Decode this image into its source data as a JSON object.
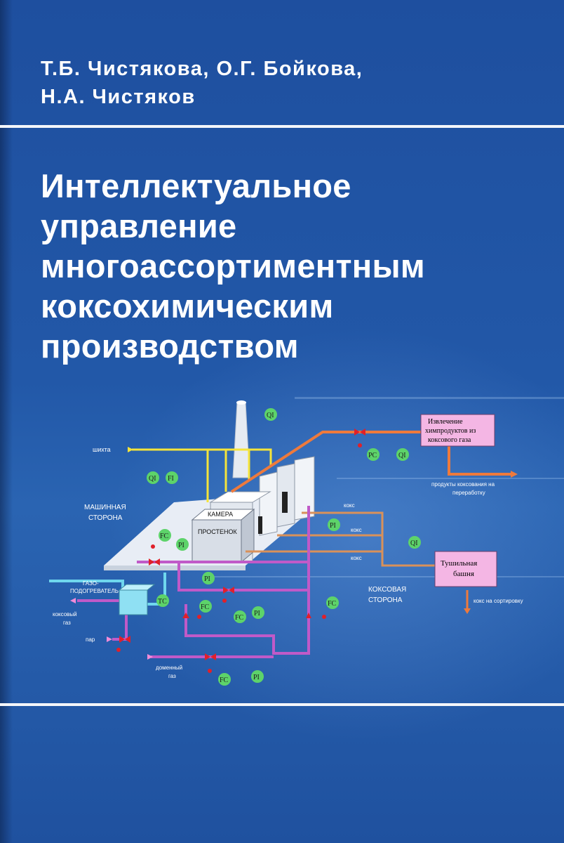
{
  "authors": {
    "line1": "Т.Б. Чистякова, О.Г. Бойкова,",
    "line2": "Н.А. Чистяков"
  },
  "title": {
    "line1": "Интеллектуальное",
    "line2": "управление",
    "line3": "многоассортиментным",
    "line4": "коксохимическим",
    "line5": "производством"
  },
  "diagram": {
    "shikhta": "шихта",
    "mashinnaya_1": "МАШИННАЯ",
    "mashinnaya_2": "СТОРОНА",
    "kamera": "КАМЕРА",
    "prostenok": "ПРОСТЕНОК",
    "koks_1": "кокс",
    "koks_2": "кокс",
    "koks_3": "кокс",
    "koksovaya_1": "КОКСОВАЯ",
    "koksovaya_2": "СТОРОНА",
    "extraction_1": "Извлечение",
    "extraction_2": "химпродуктов из",
    "extraction_3": "коксового газа",
    "products_1": "продукты коксования на",
    "products_2": "переработку",
    "tower_1": "Тушильная",
    "tower_2": "башня",
    "koks_sort": "кокс на сортировку",
    "gazopod_1": "ГАЗО-",
    "gazopod_2": "ПОДОГРЕВАТЕЛЬ",
    "koks_gas_1": "коксовый",
    "koks_gas_2": "газ",
    "par": "пар",
    "domen_1": "доменный",
    "domen_2": "газ",
    "inst": {
      "qi_top": "QI",
      "qi_left": "QI",
      "fi_left": "FI",
      "pc": "PC",
      "qi_ext": "QI",
      "pi_mid": "PI",
      "qi_tower": "QI",
      "fc_left": "FC",
      "pi_left": "PI",
      "pi_low": "PI",
      "tc": "TC",
      "fc_a": "FC",
      "fc_b": "FC",
      "pi_b": "PI",
      "fc_right": "FC",
      "fc_bottom": "FC",
      "pi_bottom": "PI"
    }
  },
  "colors": {
    "background": "#2258a8",
    "yellow_line": "#f5e43a",
    "orange_line": "#ee7a3c",
    "purple_line": "#c05ac8",
    "brown_line": "#d9915a",
    "cyan_line": "#6fd7ee",
    "instrument": "#5dd36a",
    "valve_red": "#e0202a",
    "box_pink": "#f4b6e4"
  }
}
